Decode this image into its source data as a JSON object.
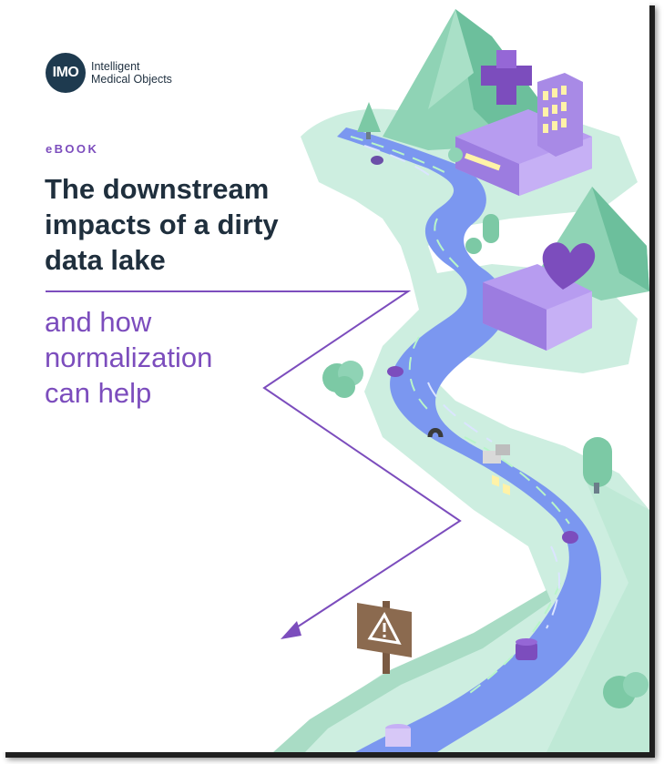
{
  "brand": {
    "logo_mark": "IMO",
    "name_line1": "Intelligent",
    "name_line2": "Medical Objects"
  },
  "cover": {
    "kicker": "eBOOK",
    "title_line1": "The downstream",
    "title_line2": "impacts of a dirty",
    "title_line3": "data lake",
    "subtitle_line1": "and how",
    "subtitle_line2": "normalization",
    "subtitle_line3": "can help"
  },
  "colors": {
    "accent": "#7c4dbd",
    "title": "#1f2f3d",
    "river": "#6f8ff2",
    "land": "#bfe9d6",
    "building": "#a88ae6",
    "sign": "#8b6a4f"
  },
  "icons": [
    "hospital-cross-icon",
    "heart-icon",
    "warning-sign-icon"
  ]
}
